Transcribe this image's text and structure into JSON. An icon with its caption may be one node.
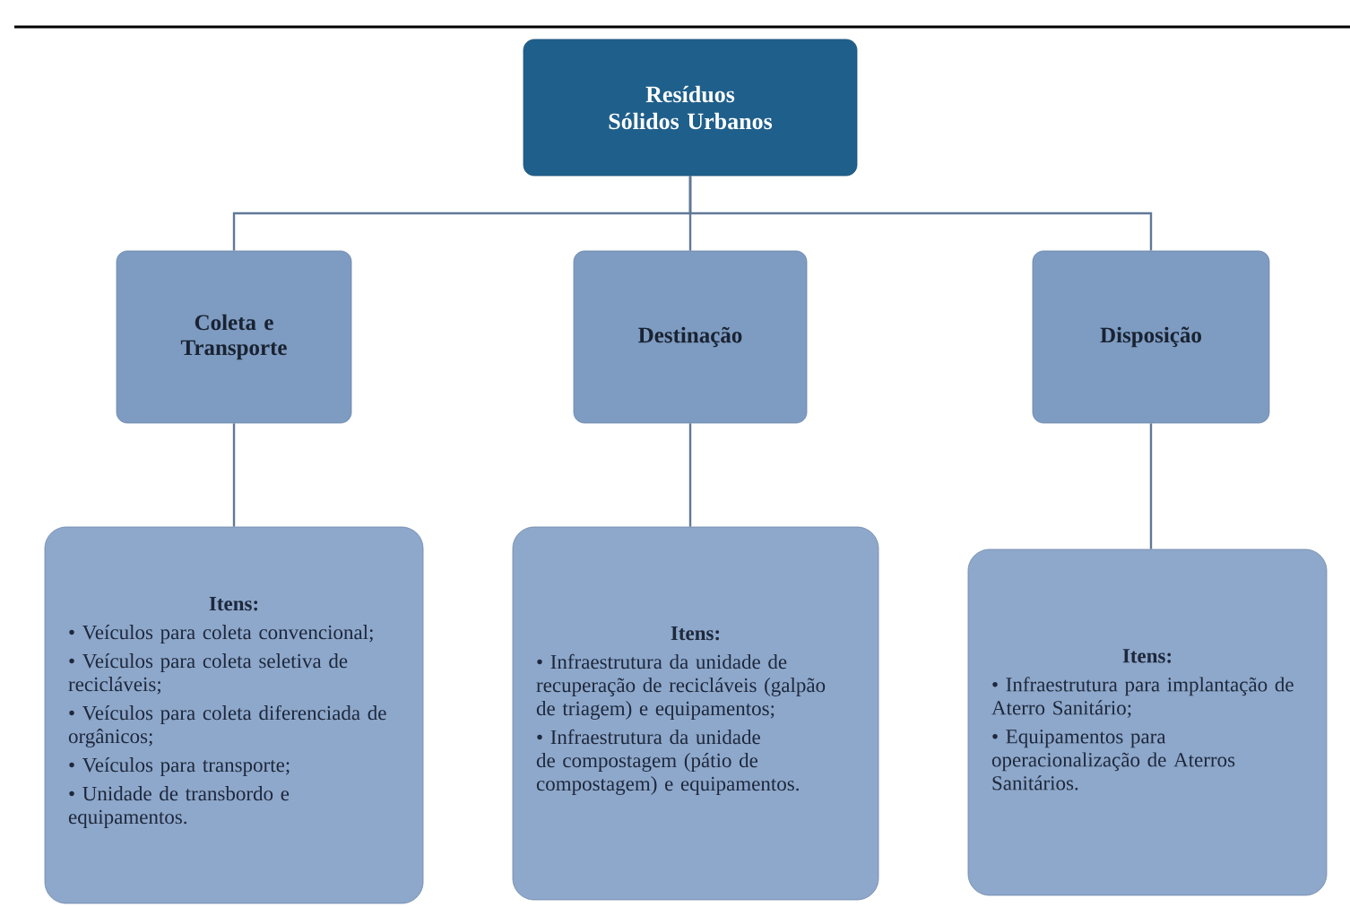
{
  "diagram": {
    "nodes": [
      {
        "text": [
          "Resíduos Sólidos Urbanos"
        ]
      },
      {
        "text": [
          "Coleta e Transporte"
        ]
      },
      {
        "text": [
          "Destinação"
        ]
      },
      {
        "text": [
          "Disposição"
        ]
      },
      {
        "text": [
          "Itens:",
          "• Veículos para coleta convencional;",
          "• Veículos para coleta seletiva de recicláveis;",
          "• Veículos para coleta diferenciada de orgânicos;",
          "• Veículos para transporte;",
          "• Unidade de transbordo e equipamentos."
        ]
      },
      {
        "text": [
          "Itens:",
          "• Infraestrutura da unidade de recuperação de recicláveis (galpão de triagem) e equipamentos;",
          "• Infraestrutura da unidade de compostagem (pátio de compostagem) e equipamentos."
        ]
      },
      {
        "text": [
          "Itens:",
          "• Infraestrutura para implantação de Aterro Sanitário;",
          "• Equipamentos para operacionalização de Aterros Sanitários."
        ]
      }
    ],
    "edges": [
      {
        "from": 0,
        "to": 1,
        "arrow": "none"
      },
      {
        "from": 0,
        "to": 2,
        "arrow": "none"
      },
      {
        "from": 0,
        "to": 3,
        "arrow": "none"
      },
      {
        "from": 1,
        "to": 4,
        "arrow": "none"
      },
      {
        "from": 2,
        "to": 5,
        "arrow": "none"
      },
      {
        "from": 3,
        "to": 6,
        "arrow": "none"
      }
    ]
  }
}
